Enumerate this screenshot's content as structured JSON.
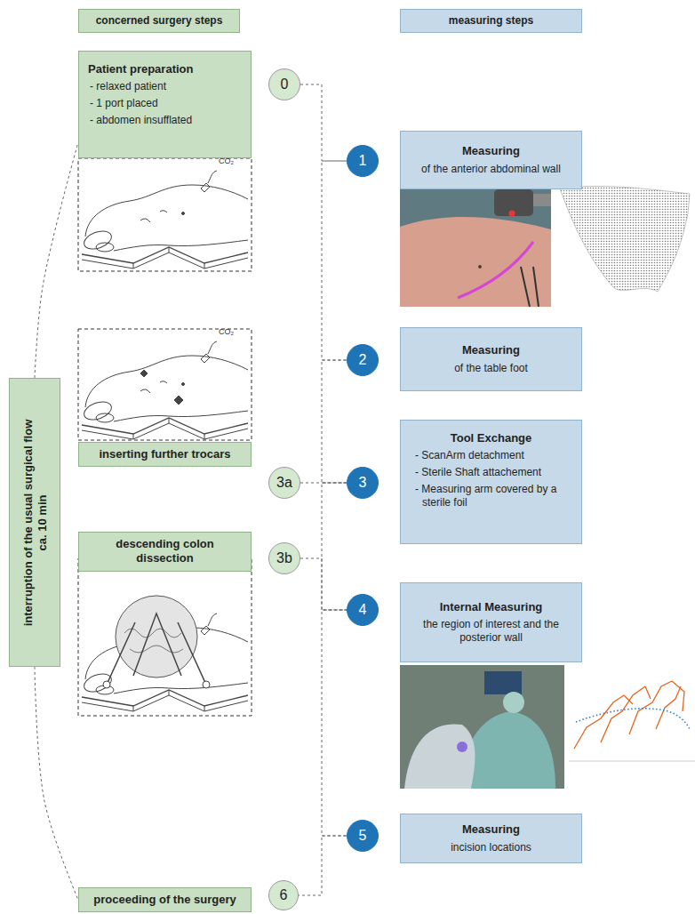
{
  "diagram": {
    "nodes": [
      {
        "text": [
          "concerned surgery steps"
        ]
      },
      {
        "text": [
          "measuring steps"
        ]
      },
      {
        "text": [
          "Patient preparation",
          "- relaxed patient",
          "- 1 port placed",
          "- abdomen insufflated"
        ]
      },
      {
        "text": [
          "0"
        ]
      },
      {
        "text": [
          "1"
        ]
      },
      {
        "text": [
          "Measuring",
          "of the anterior abdominal wall"
        ]
      },
      {
        "text": [
          "2"
        ]
      },
      {
        "text": [
          "Measuring",
          "of the table foot"
        ]
      },
      {
        "text": [
          "interruption of the usual surgical flow",
          "ca. 10 min"
        ]
      },
      {
        "text": [
          "inserting further trocars"
        ]
      },
      {
        "text": [
          "3a"
        ]
      },
      {
        "text": [
          "3"
        ]
      },
      {
        "text": [
          "Tool Exchange",
          "- ScanArm detachment",
          "- Sterile Shaft attachement",
          "- Measuring arm covered by a sterile foil"
        ]
      },
      {
        "text": [
          "descending colon dissection"
        ]
      },
      {
        "text": [
          "3b"
        ]
      },
      {
        "text": [
          "4"
        ]
      },
      {
        "text": [
          "Internal Measuring",
          "the region of interest and the posterior wall"
        ]
      },
      {
        "text": [
          "5"
        ]
      },
      {
        "text": [
          "Measuring",
          "incision locations"
        ]
      },
      {
        "text": [
          "proceeding of the surgery"
        ]
      },
      {
        "text": [
          "6"
        ]
      }
    ],
    "edges": [
      {
        "from": 3,
        "to": 4,
        "arrow": "none"
      },
      {
        "from": 4,
        "to": 6,
        "arrow": "none"
      },
      {
        "from": 6,
        "to": 11,
        "arrow": "none"
      },
      {
        "from": 11,
        "to": 15,
        "arrow": "none"
      },
      {
        "from": 15,
        "to": 17,
        "arrow": "none"
      },
      {
        "from": 17,
        "to": 20,
        "arrow": "none"
      },
      {
        "from": 10,
        "to": 11,
        "arrow": "none"
      },
      {
        "from": 14,
        "to": 15,
        "arrow": "none"
      },
      {
        "from": 8,
        "to": 2,
        "arrow": "none"
      },
      {
        "from": 8,
        "to": 19,
        "arrow": "none"
      }
    ],
    "labels": [
      "CO₂",
      "CO₂"
    ]
  }
}
